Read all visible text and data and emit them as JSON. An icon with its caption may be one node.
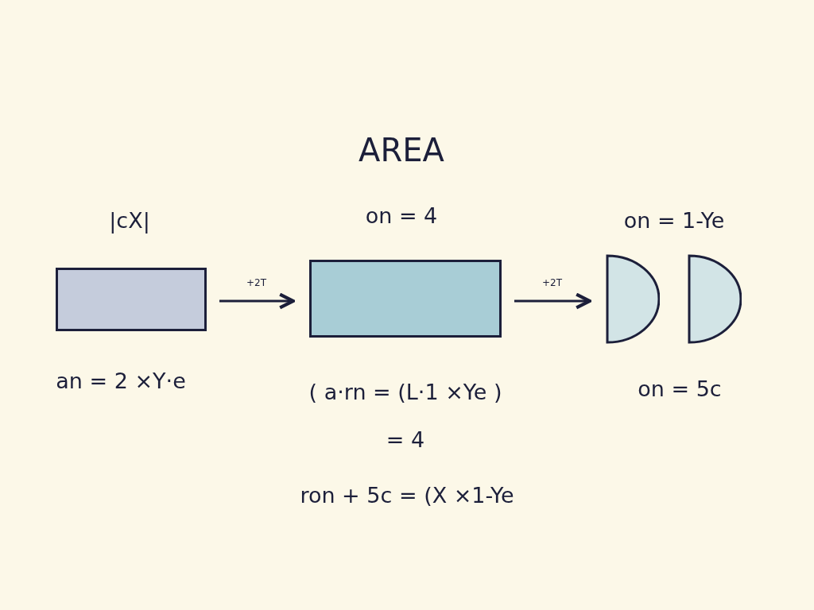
{
  "diagram": {
    "title": "AREA",
    "nodes": [
      {
        "text": [
          "|cX|"
        ],
        "beside": [
          "an = 2 ×Y·e"
        ]
      },
      {
        "text": [
          "on = 4"
        ],
        "beside": [
          "( a·rn = (L·1 ×Ye )",
          "= 4"
        ]
      },
      {
        "text": [],
        "shape": "semicircle"
      },
      {
        "text": [],
        "shape": "semicircle"
      }
    ],
    "edges": [
      {
        "from": 0,
        "to": 1,
        "arrow": "to",
        "label": "+2T"
      },
      {
        "from": 1,
        "to": 2,
        "arrow": "to",
        "label": "+2T"
      }
    ],
    "labels": [
      "on = 1-Ye",
      "on = 5c",
      "ron + 5c = (X ×1-Ye"
    ]
  }
}
